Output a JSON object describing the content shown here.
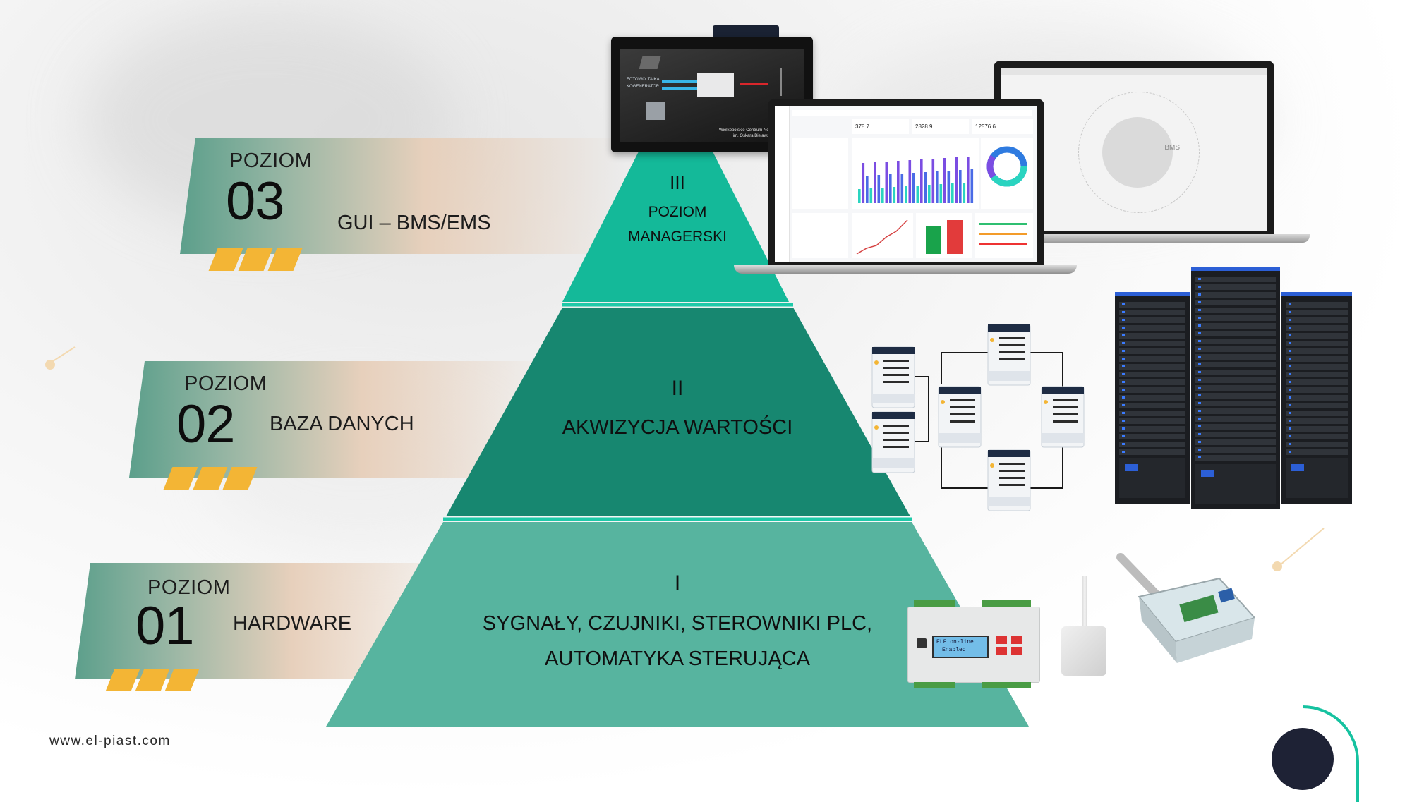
{
  "levels": [
    {
      "label": "POZIOM",
      "number": "03",
      "description": "GUI – BMS/EMS"
    },
    {
      "label": "POZIOM",
      "number": "02",
      "description": "BAZA DANYCH"
    },
    {
      "label": "POZIOM",
      "number": "01",
      "description": "HARDWARE"
    }
  ],
  "pyramid": {
    "top": {
      "numeral": "III",
      "line1": "POZIOM",
      "line2": "MANAGERSKI"
    },
    "middle": {
      "numeral": "II",
      "line1": "AKWIZYCJA WARTOŚCI"
    },
    "bottom": {
      "numeral": "I",
      "line1": "SYGNAŁY, CZUJNIKI, STEROWNIKI PLC,",
      "line2": "AUTOMATYKA STERUJĄCA"
    }
  },
  "monitor_panel": {
    "row1": "FOTOWOLTAIKA",
    "row2": "KOGENERATOR",
    "caption1": "Wielkopolskie Centrum Neuropsychiatryczne",
    "caption2": "im. Oskara Bielawskiego w Kościanie"
  },
  "laptop_dashboard": {
    "kpi1": "378.7",
    "kpi2": "2828.9",
    "kpi3": "12576.6"
  },
  "laptop_bms": {
    "center_label": "BMS"
  },
  "controller": {
    "screen_line1": "ELF on-line",
    "screen_line2": "Enabled"
  },
  "footer": {
    "url": "www.el-piast.com"
  },
  "colors": {
    "teal_top": "#14b999",
    "teal_middle": "#178770",
    "teal_bottom": "#57b49f",
    "accent": "#f3b535",
    "navy": "#1e2235"
  }
}
